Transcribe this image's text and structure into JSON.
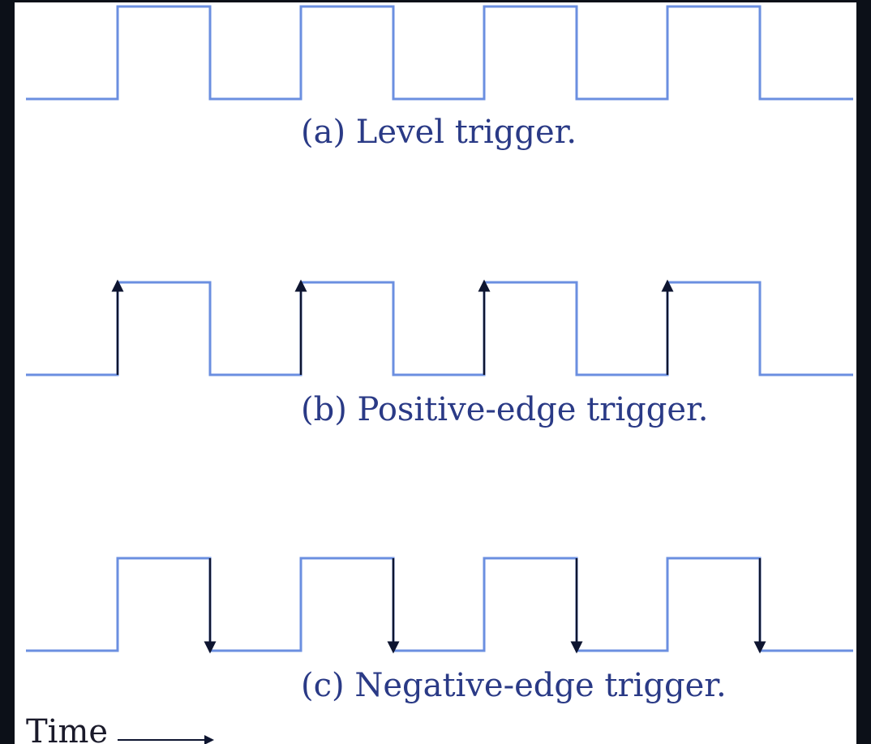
{
  "diagram": {
    "colors": {
      "background": "#0c1018",
      "panel": "#ffffff",
      "signal": "#6b8fe0",
      "arrow": "#0e1530",
      "caption": "#2a3a86"
    },
    "waveforms": [
      {
        "id": "level",
        "trigger": "level",
        "caption": "(a) Level trigger."
      },
      {
        "id": "positive-edge",
        "trigger": "rising",
        "caption": "(b) Positive-edge trigger."
      },
      {
        "id": "negative-edge",
        "trigger": "falling",
        "caption": "(c) Negative-edge trigger."
      }
    ],
    "pulses_per_waveform": 4,
    "time_label": "Time"
  }
}
